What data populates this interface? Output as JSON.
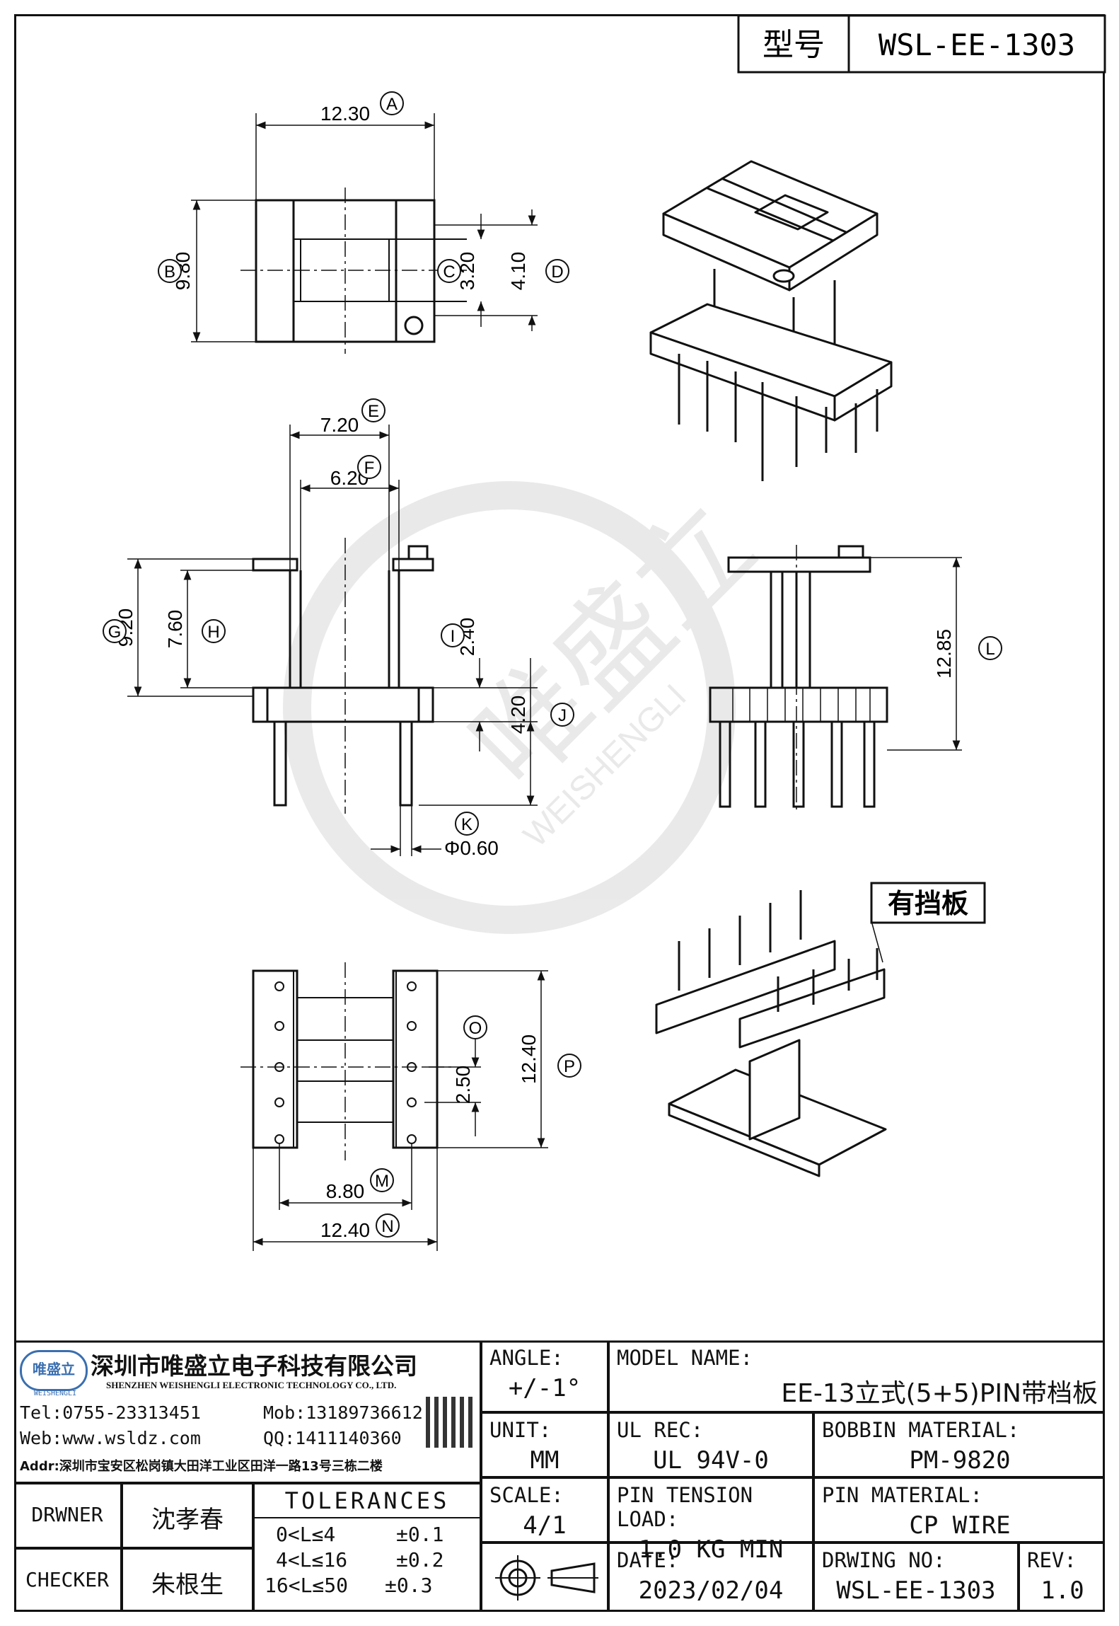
{
  "header": {
    "type_label": "型号",
    "type_value": "WSL-EE-1303"
  },
  "dimensions": {
    "A": "12.30",
    "B": "9.80",
    "C": "3.20",
    "D": "4.10",
    "E": "7.20",
    "F": "6.20",
    "G": "9.20",
    "H": "7.60",
    "I": "2.40",
    "J": "4.20",
    "K": "Φ0.60",
    "L": "12.85",
    "O": "2.50",
    "P": "12.40",
    "M": "8.80",
    "N": "12.40"
  },
  "dim_letters": [
    "A",
    "B",
    "C",
    "D",
    "E",
    "F",
    "G",
    "H",
    "I",
    "J",
    "K",
    "L",
    "O",
    "P",
    "M",
    "N"
  ],
  "callout": "有挡板",
  "watermark": {
    "logo": "唯盛立",
    "text": "WEISHENGLI"
  },
  "company": {
    "logo_text": "唯盛立",
    "logo_sub": "WEISHENGLI",
    "name_cn": "深圳市唯盛立电子科技有限公司",
    "name_en": "SHENZHEN WEISHENGLI ELECTRONIC TECHNOLOGY CO., LTD.",
    "tel": "Tel:0755-23313451",
    "mob": "Mob:13189736612",
    "web": "Web:www.wsldz.com",
    "qq": "QQ:1411140360",
    "addr": "Addr:深圳市宝安区松岗镇大田洋工业区田洋一路13号三栋二楼"
  },
  "people": {
    "drawer_label": "DRWNER",
    "drawer": "沈孝春",
    "checker_label": "CHECKER",
    "checker": "朱根生"
  },
  "tolerances": {
    "title": "TOLERANCES",
    "rows": [
      {
        "range": "0<L≤4",
        "tol": "±0.1"
      },
      {
        "range": "4<L≤16",
        "tol": "±0.2"
      },
      {
        "range": "16<L≤50",
        "tol": "±0.3"
      }
    ]
  },
  "fields": {
    "angle_label": "ANGLE:",
    "angle": "+/-1°",
    "model_label": "MODEL NAME:",
    "model": "EE-13立式(5+5)PIN带档板",
    "unit_label": "UNIT:",
    "unit": "MM",
    "ulrec_label": "UL REC:",
    "ulrec": "UL 94V-0",
    "bobbin_label": "BOBBIN MATERIAL:",
    "bobbin": "PM-9820",
    "scale_label": "SCALE:",
    "scale": "4/1",
    "pin_tension_label": "PIN TENSION LOAD:",
    "pin_tension": "1.0 KG MIN",
    "pin_material_label": "PIN MATERIAL:",
    "pin_material": "CP WIRE",
    "date_label": "DATE:",
    "date": "2023/02/04",
    "drawing_no_label": "DRWING NO:",
    "drawing_no": "WSL-EE-1303",
    "rev_label": "REV:",
    "rev": "1.0"
  }
}
